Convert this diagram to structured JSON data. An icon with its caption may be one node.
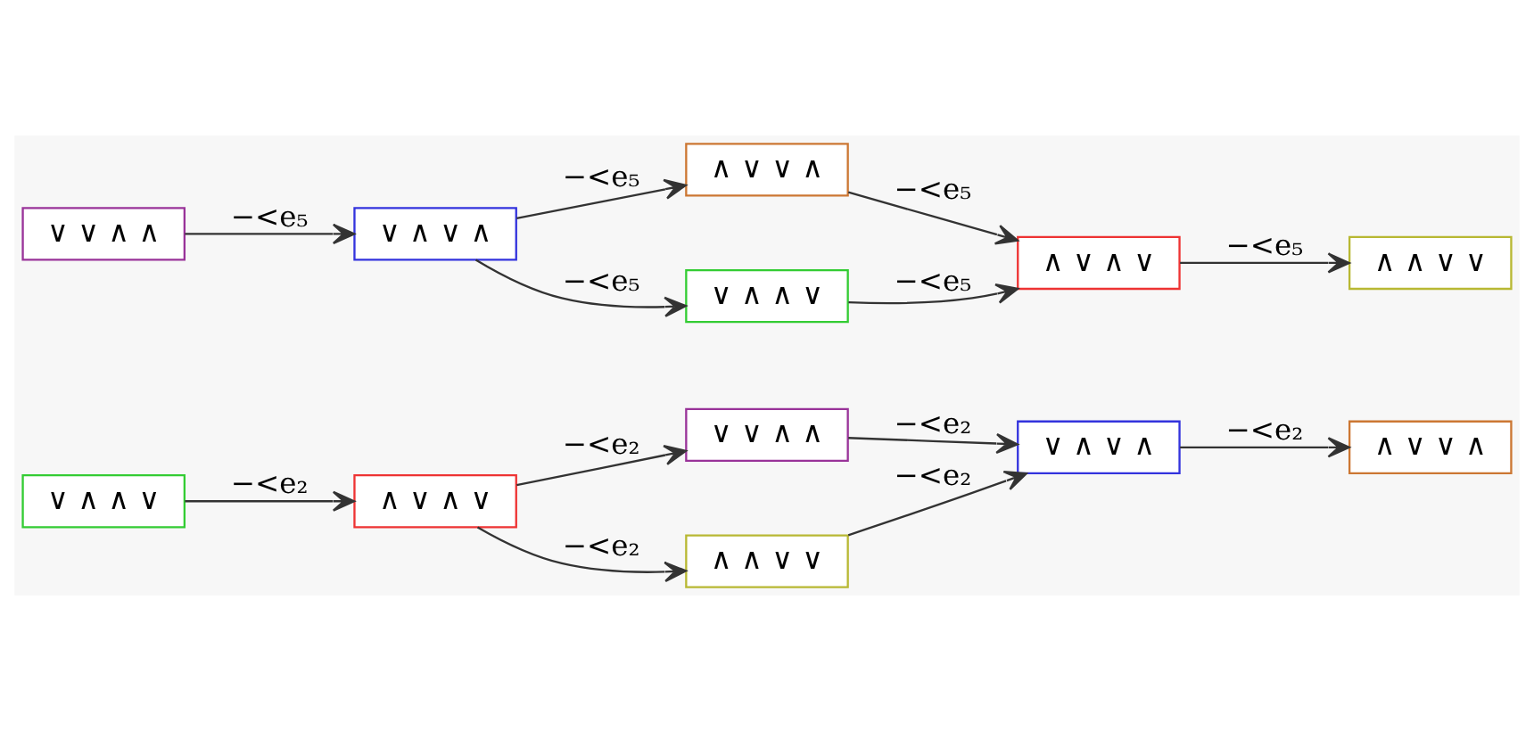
{
  "diagram": {
    "nodes": [
      {
        "text": [
          "∨ ∧ ∧ ∨"
        ]
      },
      {
        "text": [
          "∧ ∨ ∧ ∨"
        ]
      },
      {
        "text": [
          "∨ ∨ ∧ ∧"
        ]
      },
      {
        "text": [
          "∧ ∧ ∨ ∨"
        ]
      },
      {
        "text": [
          "∨ ∧ ∨ ∧"
        ]
      },
      {
        "text": [
          "∧ ∨ ∨ ∧"
        ]
      },
      {
        "text": [
          "∨ ∨ ∧ ∧"
        ]
      },
      {
        "text": [
          "∨ ∧ ∨ ∧"
        ]
      },
      {
        "text": [
          "∧ ∨ ∨ ∧"
        ]
      },
      {
        "text": [
          "∨ ∧ ∧ ∨"
        ]
      },
      {
        "text": [
          "∧ ∨ ∧ ∨"
        ]
      },
      {
        "text": [
          "∧ ∧ ∨ ∨"
        ]
      }
    ],
    "edges": [
      {
        "from": 0,
        "to": 1,
        "arrow": "to",
        "label": "−<e₂"
      },
      {
        "from": 1,
        "to": 2,
        "arrow": "to",
        "label": "−<e₂"
      },
      {
        "from": 1,
        "to": 3,
        "arrow": "to",
        "label": "−<e₂"
      },
      {
        "from": 2,
        "to": 4,
        "arrow": "to",
        "label": "−<e₂"
      },
      {
        "from": 3,
        "to": 4,
        "arrow": "to",
        "label": "−<e₂"
      },
      {
        "from": 4,
        "to": 5,
        "arrow": "to",
        "label": "−<e₂"
      },
      {
        "from": 6,
        "to": 7,
        "arrow": "to",
        "label": "−<e₅"
      },
      {
        "from": 7,
        "to": 8,
        "arrow": "to",
        "label": "−<e₅"
      },
      {
        "from": 7,
        "to": 9,
        "arrow": "to",
        "label": "−<e₅"
      },
      {
        "from": 8,
        "to": 10,
        "arrow": "to",
        "label": "−<e₅"
      },
      {
        "from": 9,
        "to": 10,
        "arrow": "to",
        "label": "−<e₅"
      },
      {
        "from": 10,
        "to": 11,
        "arrow": "to",
        "label": "−<e₅"
      }
    ]
  }
}
